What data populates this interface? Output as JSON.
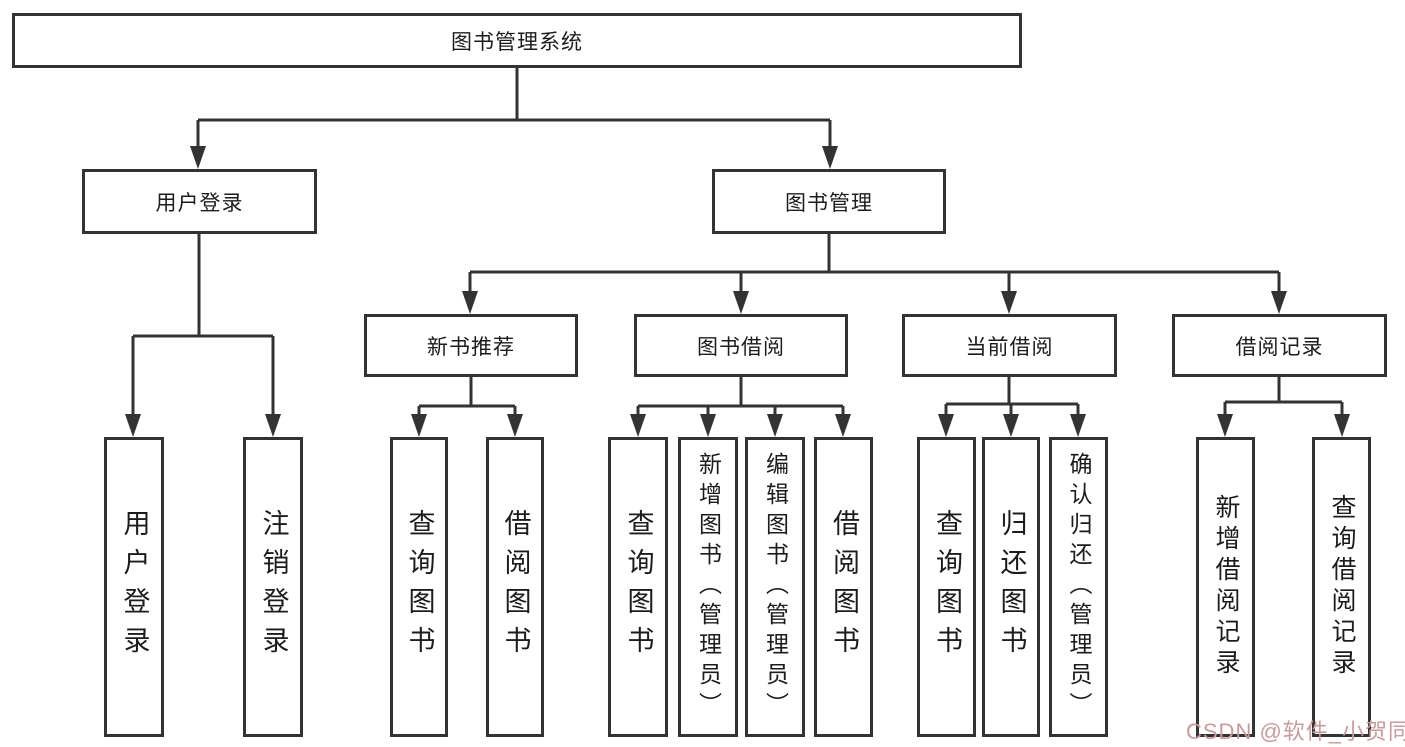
{
  "nodes": {
    "root": "图书管理系统",
    "user_login": "用户登录",
    "book_mgmt": "图书管理",
    "new_book_rec": "新书推荐",
    "book_borrow": "图书借阅",
    "current_borrow": "当前借阅",
    "borrow_records": "借阅记录",
    "ul_user_login": "用户登录",
    "ul_logout": "注销登录",
    "nb_query": "查询图书",
    "nb_borrow": "借阅图书",
    "bb_query": "查询图书",
    "bb_add": "新增图书（管理员）",
    "bb_edit": "编辑图书（管理员）",
    "bb_borrow": "借阅图书",
    "cb_query": "查询图书",
    "cb_return": "归还图书",
    "cb_confirm": "确认归还（管理员）",
    "br_add": "新增借阅记录",
    "br_query": "查询借阅记录"
  },
  "hierarchy": {
    "root": [
      "user_login",
      "book_mgmt"
    ],
    "user_login": [
      "ul_user_login",
      "ul_logout"
    ],
    "book_mgmt": [
      "new_book_rec",
      "book_borrow",
      "current_borrow",
      "borrow_records"
    ],
    "new_book_rec": [
      "nb_query",
      "nb_borrow"
    ],
    "book_borrow": [
      "bb_query",
      "bb_add",
      "bb_edit",
      "bb_borrow"
    ],
    "current_borrow": [
      "cb_query",
      "cb_return",
      "cb_confirm"
    ],
    "borrow_records": [
      "br_add",
      "br_query"
    ]
  },
  "watermark": {
    "text": "CSDN @软件_小贺同学",
    "color": "#c99b9b"
  },
  "colors": {
    "line": "#333333",
    "box_border": "#333333",
    "background": "#ffffff",
    "text": "#1c1c1c"
  }
}
